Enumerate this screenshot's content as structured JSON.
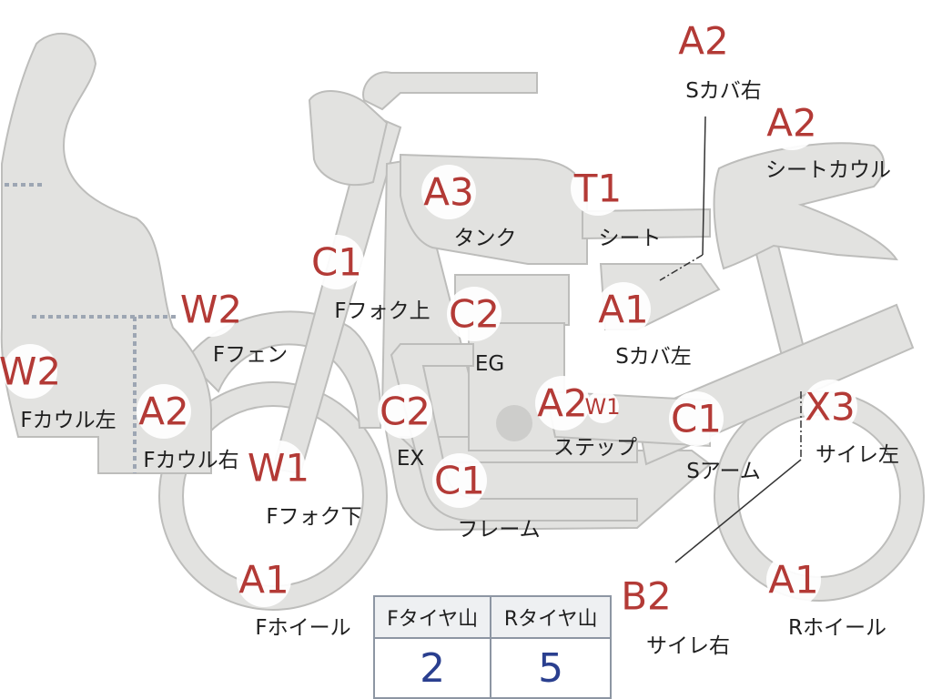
{
  "badges": [
    {
      "id": "fcowl-left-upper",
      "code": "W2"
    },
    {
      "id": "fcowl-right",
      "code": "A2"
    },
    {
      "id": "ffender",
      "code": "W2"
    },
    {
      "id": "ffork-upper",
      "code": "C1"
    },
    {
      "id": "ffork-lower",
      "code": "W1"
    },
    {
      "id": "fwheel",
      "code": "A1"
    },
    {
      "id": "tank",
      "code": "A3"
    },
    {
      "id": "engine",
      "code": "C2"
    },
    {
      "id": "exhaust",
      "code": "C2"
    },
    {
      "id": "frame",
      "code": "C1"
    },
    {
      "id": "seat",
      "code": "T1"
    },
    {
      "id": "side-cover-left",
      "code": "A1"
    },
    {
      "id": "step",
      "code": "A2"
    },
    {
      "id": "step-small",
      "code": "W1"
    },
    {
      "id": "swingarm",
      "code": "C1"
    },
    {
      "id": "side-cover-right",
      "code": "A2"
    },
    {
      "id": "seat-cowl",
      "code": "A2"
    },
    {
      "id": "silencer-left",
      "code": "X3"
    },
    {
      "id": "silencer-right",
      "code": "B2"
    },
    {
      "id": "rwheel",
      "code": "A1"
    }
  ],
  "labels": {
    "fcowl_left": "Fカウル左",
    "fcowl_right": "Fカウル右",
    "ffender": "Fフェン",
    "ffork_upper": "Fフォク上",
    "ffork_lower": "Fフォク下",
    "fwheel": "Fホイール",
    "tank": "タンク",
    "engine": "EG",
    "exhaust": "EX",
    "frame": "フレーム",
    "seat": "シート",
    "side_cover_left": "Sカバ左",
    "step": "ステップ",
    "swingarm": "Sアーム",
    "side_cover_right": "Sカバ右",
    "seat_cowl": "シートカウル",
    "silencer_left": "サイレ左",
    "silencer_right": "サイレ右",
    "rwheel": "Rホイール"
  },
  "tyre_table": {
    "headers": [
      "Fタイヤ山",
      "Rタイヤ山"
    ],
    "values": [
      "2",
      "5"
    ]
  }
}
